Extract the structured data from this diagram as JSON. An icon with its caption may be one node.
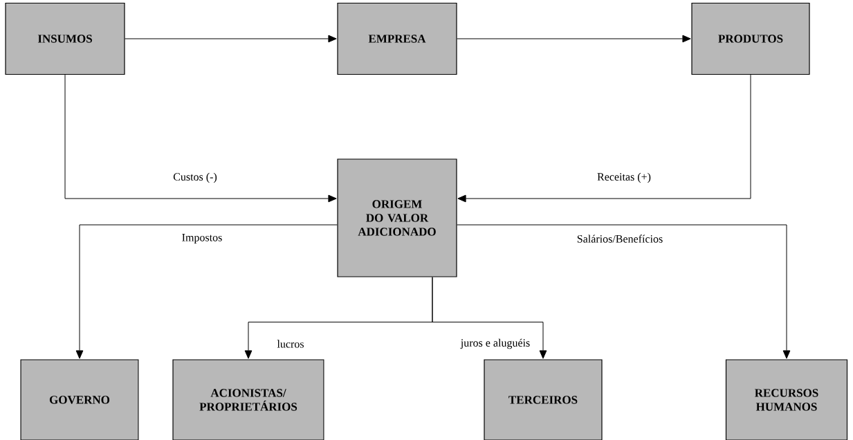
{
  "diagram": {
    "nodes": [
      {
        "text": [
          "INSUMOS"
        ]
      },
      {
        "text": [
          "EMPRESA"
        ]
      },
      {
        "text": [
          "PRODUTOS"
        ]
      },
      {
        "text": [
          "ORIGEM DO VALOR ADICIONADO"
        ]
      },
      {
        "text": [
          "GOVERNO"
        ]
      },
      {
        "text": [
          "ACIONISTAS/ PROPRIETÁRIOS"
        ]
      },
      {
        "text": [
          "TERCEIROS"
        ]
      },
      {
        "text": [
          "RECURSOS HUMANOS"
        ]
      }
    ],
    "edges": [
      {
        "from": 0,
        "to": 1,
        "arrow": "to"
      },
      {
        "from": 1,
        "to": 2,
        "arrow": "to"
      },
      {
        "from": 0,
        "to": 3,
        "arrow": "to",
        "label": "Custos (-)"
      },
      {
        "from": 2,
        "to": 3,
        "arrow": "to",
        "label": "Receitas (+)"
      },
      {
        "from": 3,
        "to": 4,
        "arrow": "to",
        "label": "Impostos"
      },
      {
        "from": 3,
        "to": 5,
        "arrow": "to",
        "label": "lucros"
      },
      {
        "from": 3,
        "to": 6,
        "arrow": "to",
        "label": "juros e aluguéis"
      },
      {
        "from": 3,
        "to": 7,
        "arrow": "to",
        "label": "Salários/Benefícios"
      }
    ]
  }
}
